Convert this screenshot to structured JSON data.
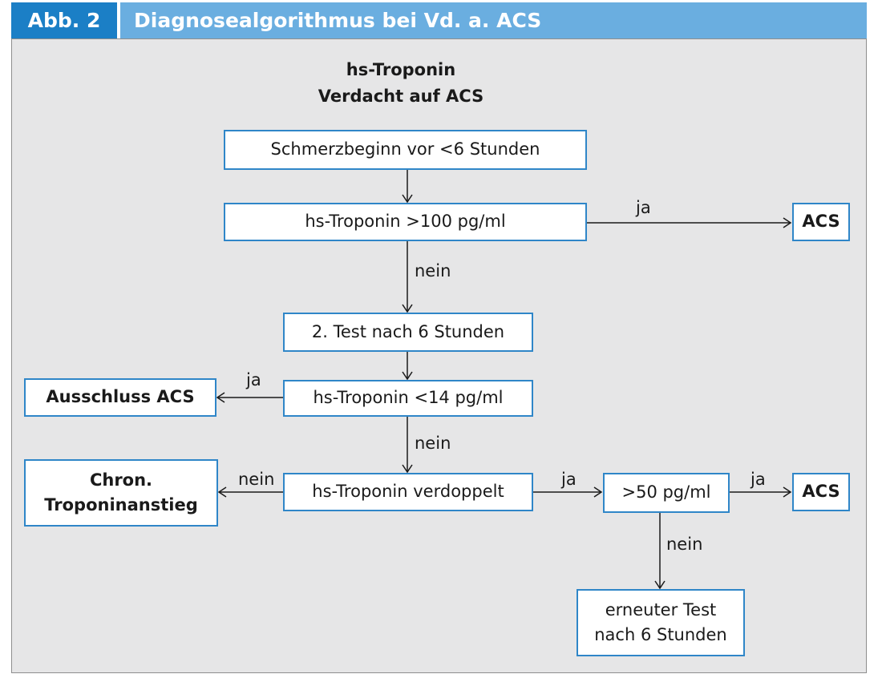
{
  "figure": {
    "label": "Abb. 2",
    "title": "Diagnosealgorithmus bei Vd. a. ACS"
  },
  "heading": {
    "line1": "hs-Troponin",
    "line2": "Verdacht auf ACS"
  },
  "nodes": {
    "start": "Schmerzbeginn vor <6 Stunden",
    "test1": "hs-Troponin >100 pg/ml",
    "acs_top": "ACS",
    "test2": "2. Test nach 6 Stunden",
    "test3": "hs-Troponin <14 pg/ml",
    "exclusion": "Ausschluss ACS",
    "doubled": "hs-Troponin verdoppelt",
    "chronic_line1": "Chron.",
    "chronic_line2": "Troponinanstieg",
    "threshold": ">50 pg/ml",
    "acs_bottom": "ACS",
    "retest_line1": "erneuter Test",
    "retest_line2": "nach 6 Stunden"
  },
  "edges": {
    "yes_label": "ja",
    "no_label": "nein"
  },
  "colors": {
    "header_label_bg": "#1b7fc6",
    "header_title_bg": "#6aaee0",
    "panel_bg": "#e6e6e7",
    "box_border": "#2f86c8"
  }
}
